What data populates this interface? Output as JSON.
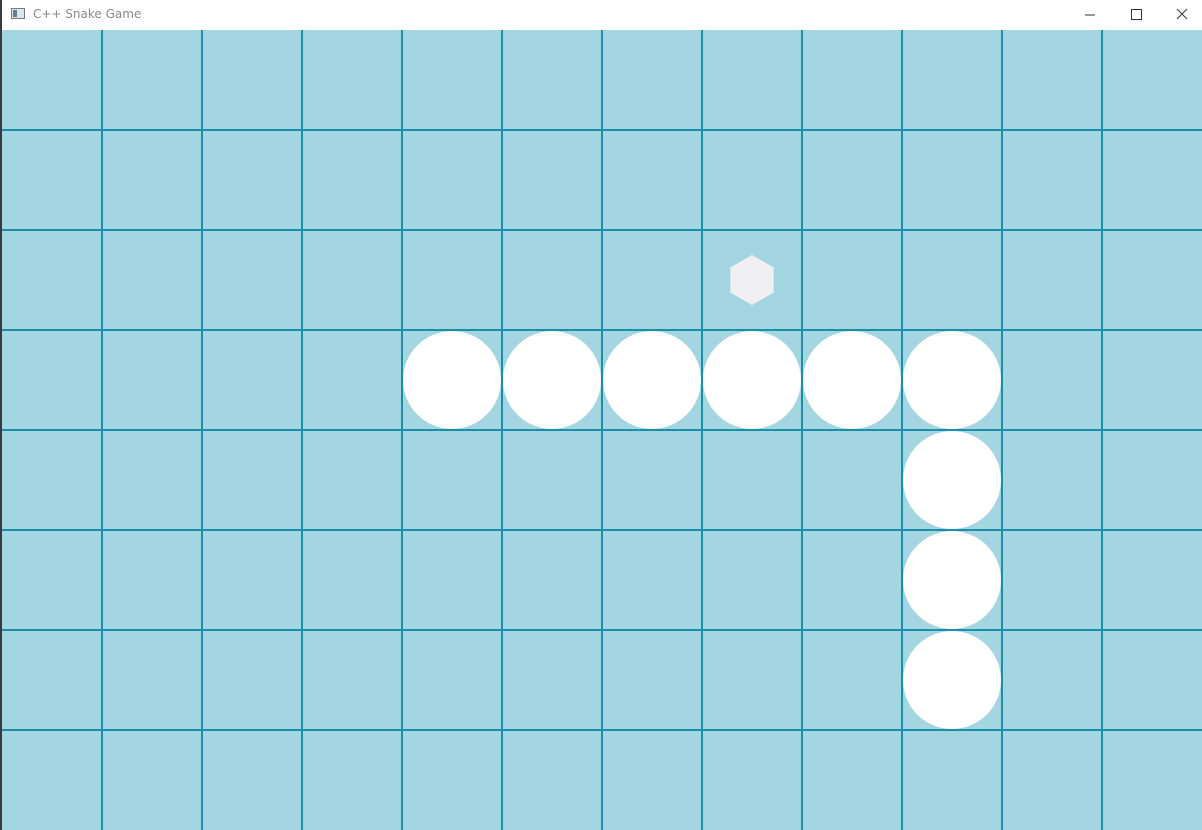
{
  "window": {
    "title": "C++ Snake Game",
    "controls": {
      "minimize_icon": "minimize-icon",
      "maximize_icon": "maximize-icon",
      "close_icon": "close-icon"
    }
  },
  "board": {
    "columns": 12,
    "rows": 8,
    "background_color": "#a3d6e1",
    "grid_line_color": "#1b8fa8",
    "snake_color": "#ffffff",
    "snake": [
      {
        "col": 4,
        "row": 3
      },
      {
        "col": 5,
        "row": 3
      },
      {
        "col": 6,
        "row": 3
      },
      {
        "col": 7,
        "row": 3
      },
      {
        "col": 8,
        "row": 3
      },
      {
        "col": 9,
        "row": 3
      },
      {
        "col": 9,
        "row": 4
      },
      {
        "col": 9,
        "row": 5
      },
      {
        "col": 9,
        "row": 6
      }
    ],
    "food": {
      "col": 7,
      "row": 2,
      "shape": "hexagon",
      "color": "#f0f0f4"
    }
  }
}
